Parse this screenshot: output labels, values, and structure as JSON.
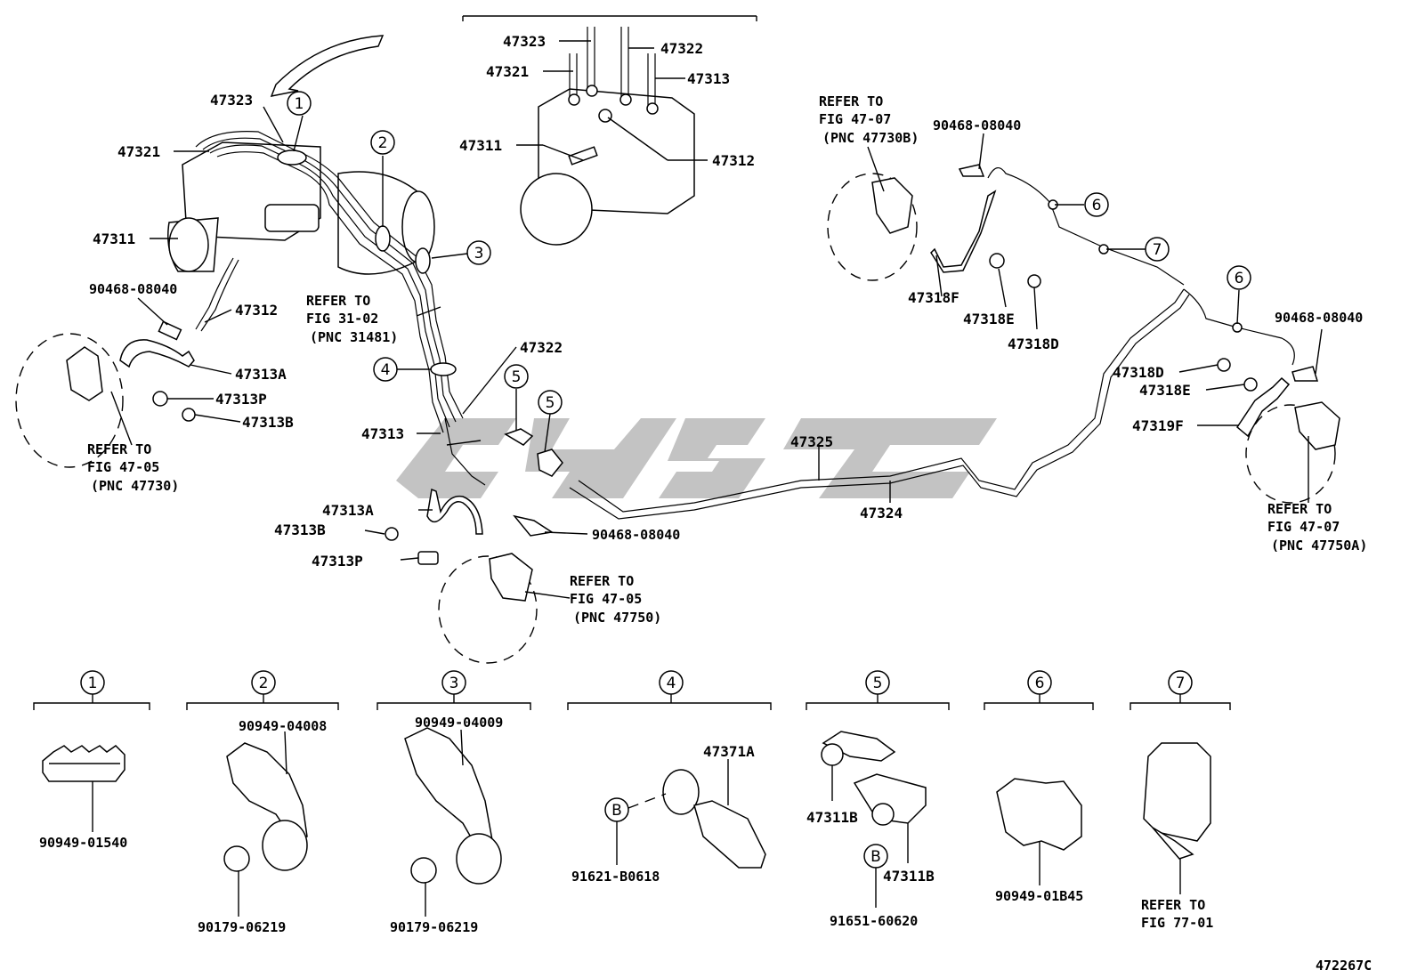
{
  "figure_code": "472267C",
  "watermark": "",
  "circled_callouts": [
    "1",
    "2",
    "3",
    "4",
    "5",
    "6",
    "7",
    "B"
  ],
  "labels": {
    "l47323a": "47323",
    "l47321a": "47321",
    "l47311a": "47311",
    "l90468a": "90468-08040",
    "l47312a": "47312",
    "l47313Aa": "47313A",
    "l47313Pa": "47313P",
    "l47313Ba": "47313B",
    "l47323b": "47323",
    "l47322b": "47322",
    "l47321b": "47321",
    "l47313b": "47313",
    "l47311b": "47311",
    "l47312b": "47312",
    "l47322c": "47322",
    "l47313c": "47313",
    "l47313Ab": "47313A",
    "l47313Bb": "47313B",
    "l47313Pb": "47313P",
    "l90468b": "90468-08040",
    "l47325": "47325",
    "l47324": "47324",
    "l90468c": "90468-08040",
    "l47318F": "47318F",
    "l47318Ea": "47318E",
    "l47318Da": "47318D",
    "l90468d": "90468-08040",
    "l47318Db": "47318D",
    "l47318Eb": "47318E",
    "l47319F": "47319F",
    "p1": "90949-01540",
    "p2a": "90949-04008",
    "p2b": "90179-06219",
    "p3a": "90949-04009",
    "p3b": "90179-06219",
    "p4a": "47371A",
    "p4b": "91621-B0618",
    "p5a": "47311B",
    "p5b": "47311B",
    "p5c": "91651-60620",
    "p6": "90949-01B45"
  },
  "refs": {
    "r_fig3102": [
      "REFER TO",
      "FIG 31-02",
      "(PNC 31481)"
    ],
    "r_fig4705a": [
      "REFER TO",
      "FIG 47-05",
      "(PNC 47730)"
    ],
    "r_fig4705b": [
      "REFER TO",
      "FIG 47-05",
      "(PNC 47750)"
    ],
    "r_fig4707a": [
      "REFER TO",
      "FIG 47-07",
      "(PNC 47730B)"
    ],
    "r_fig4707b": [
      "REFER TO",
      "FIG 47-07",
      "(PNC 47750A)"
    ],
    "r_fig7701": [
      "REFER TO",
      "FIG 77-01"
    ]
  }
}
